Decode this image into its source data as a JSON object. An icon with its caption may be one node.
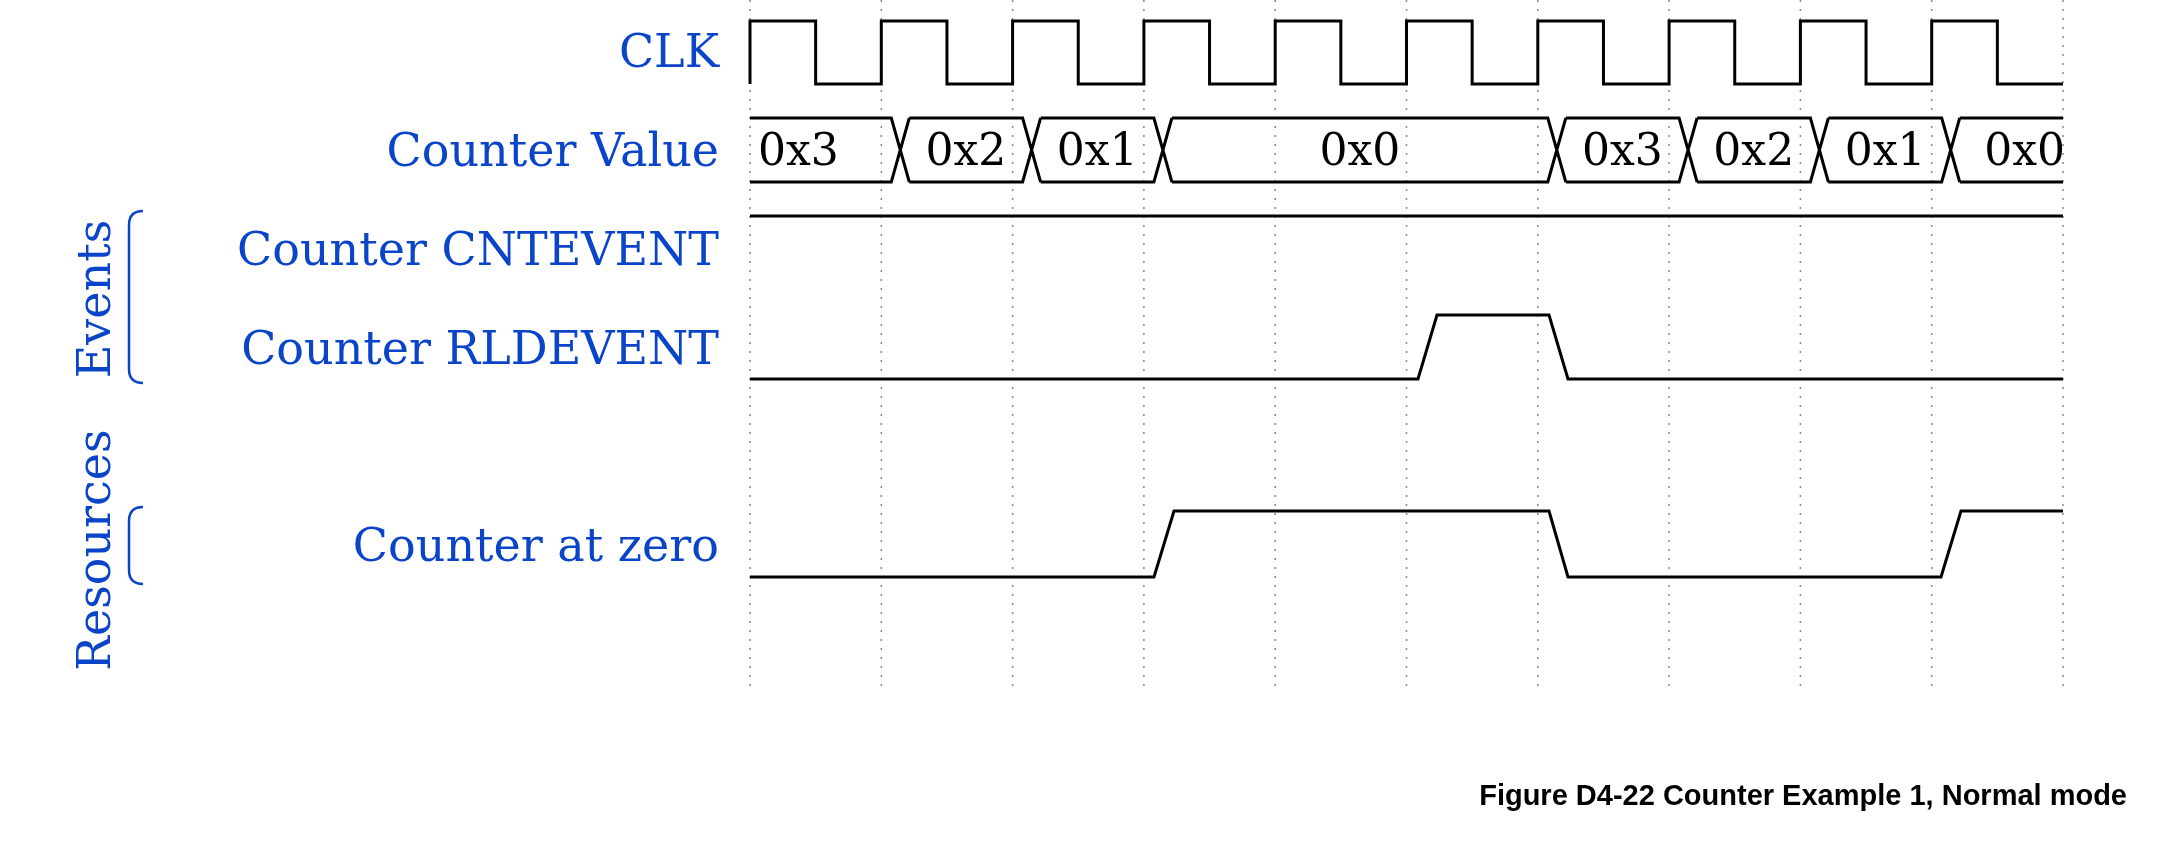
{
  "diagram": {
    "caption": "Figure D4-22 Counter Example 1, Normal mode",
    "labels": [
      "CLK",
      "Counter Value",
      "0x3",
      "0x2",
      "0x1",
      "0x0",
      "0x3",
      "0x2",
      "0x1",
      "0x0",
      "Events",
      "Counter CNTEVENT",
      "Counter RLDEVENT",
      "Resources",
      "Counter at zero"
    ]
  }
}
